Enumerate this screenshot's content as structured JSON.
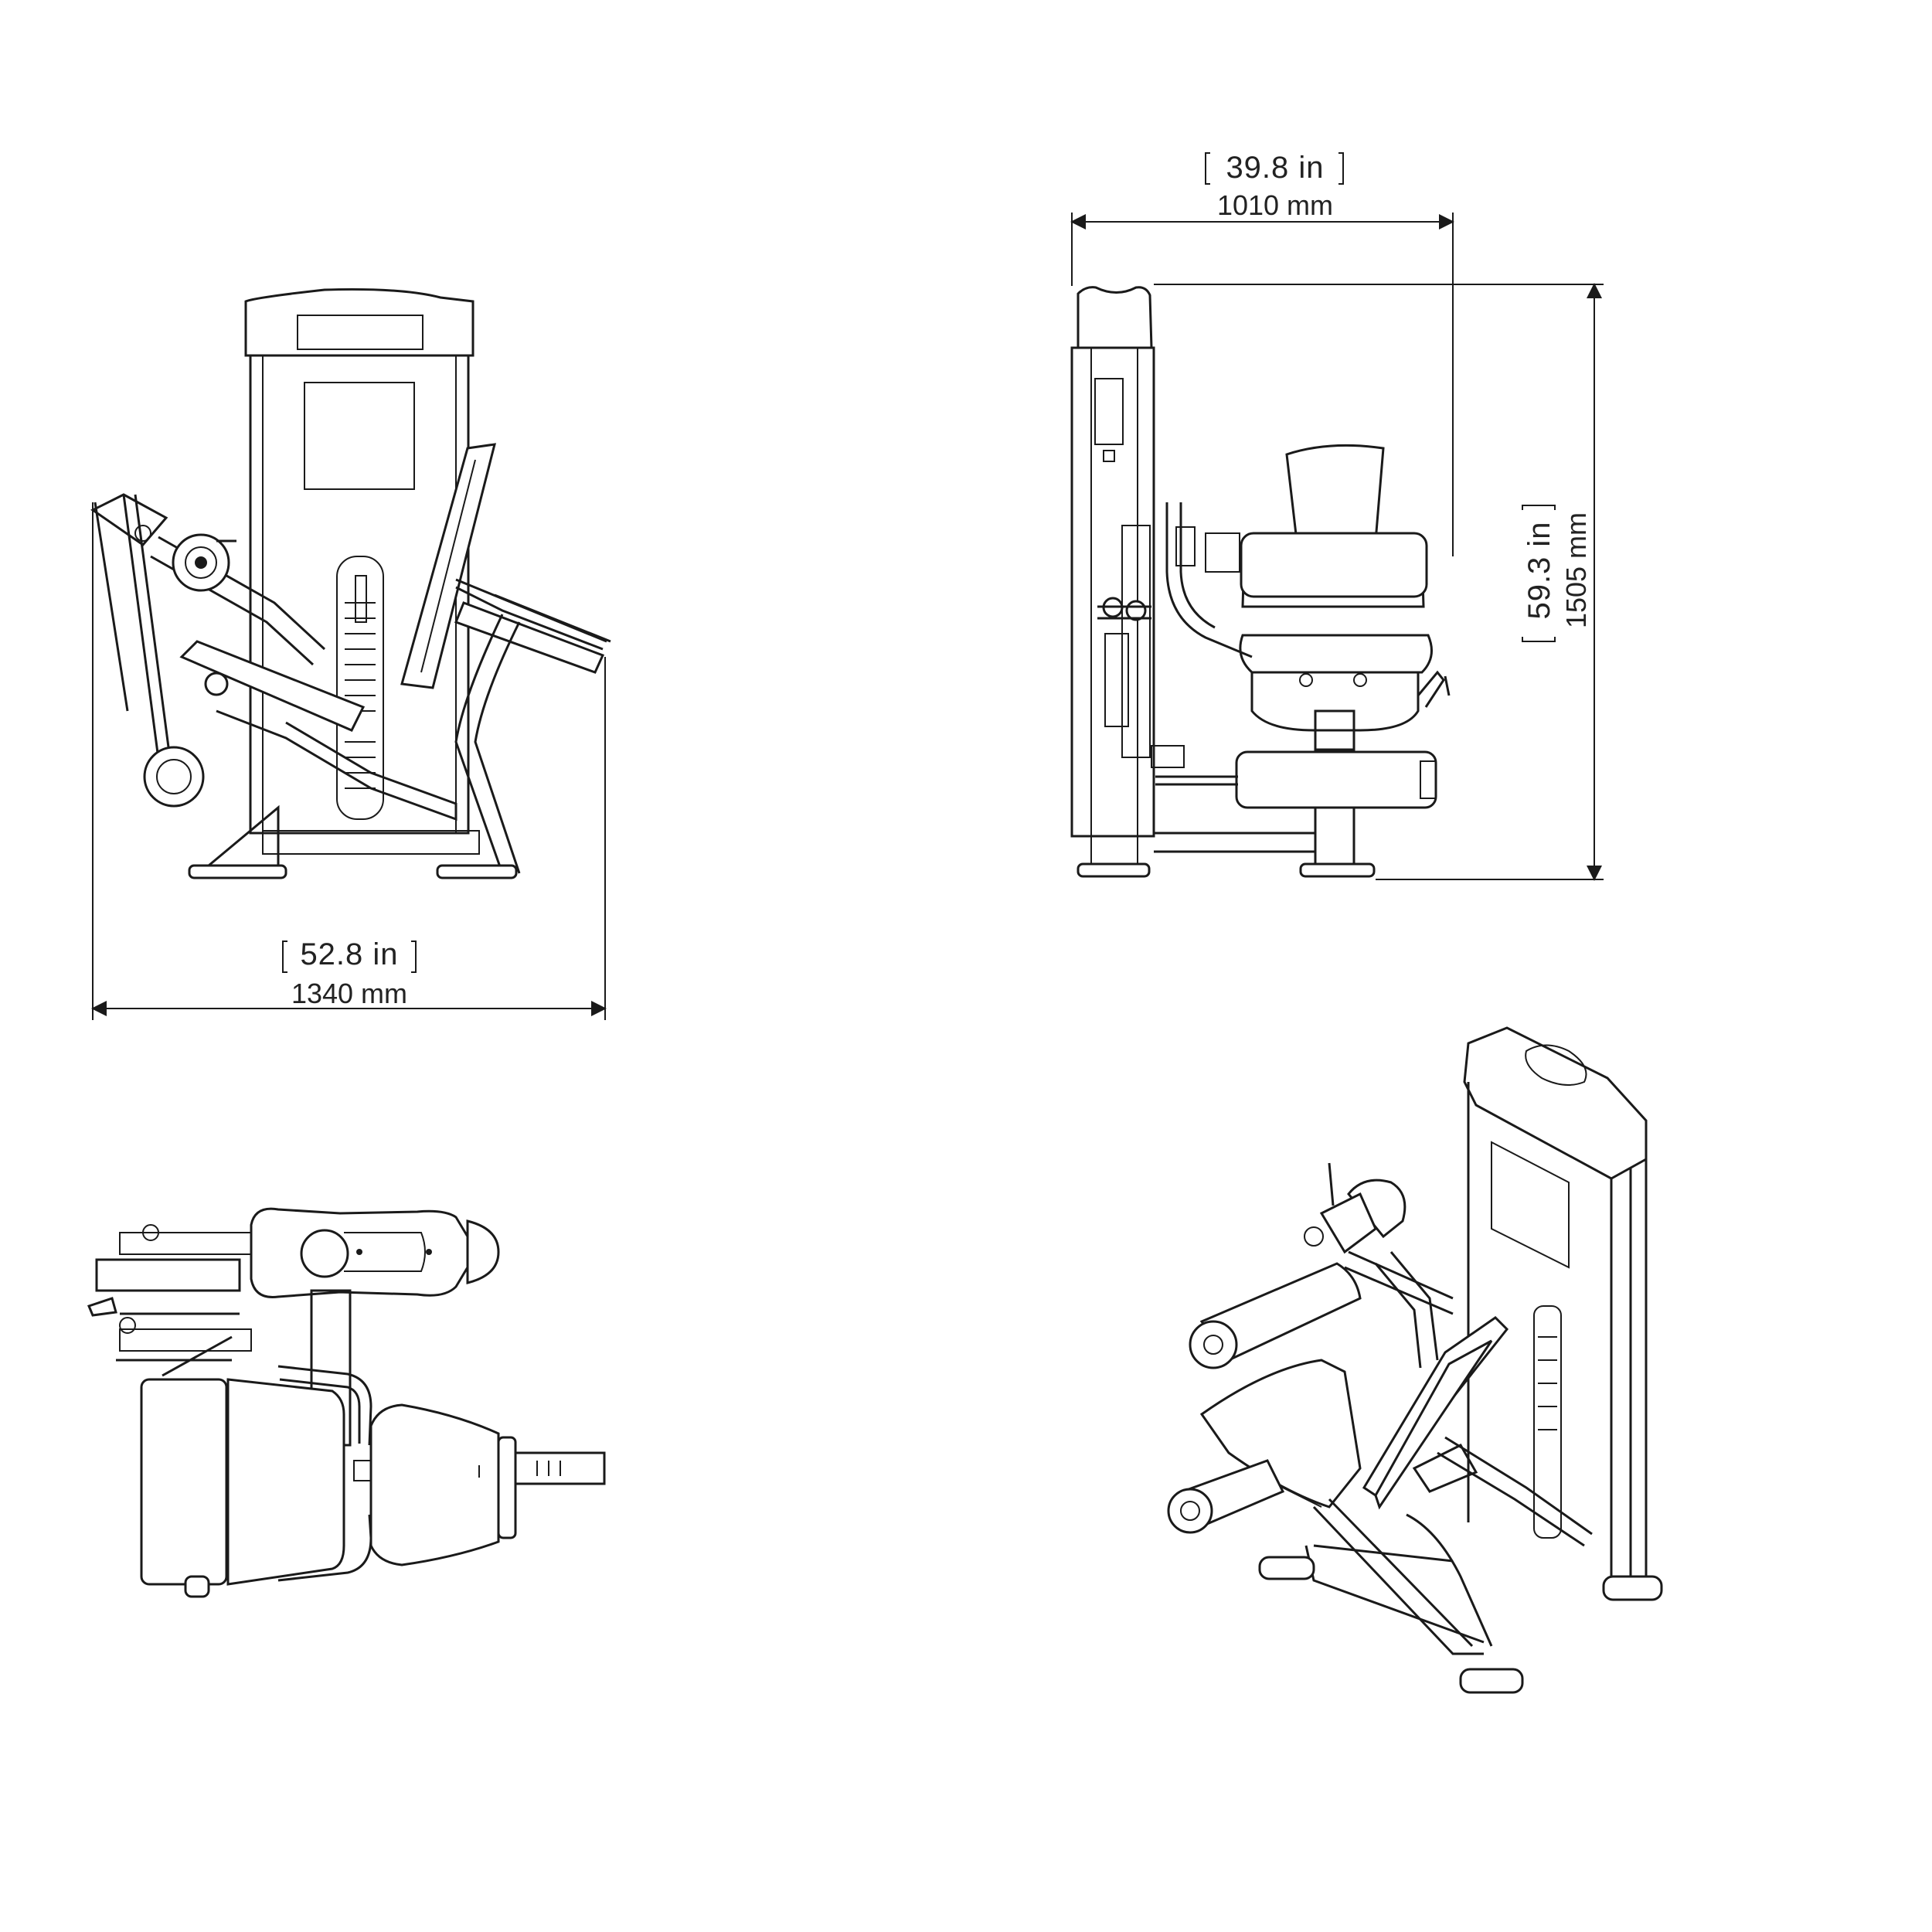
{
  "dimensions": {
    "depth": {
      "inches": "52.8 in",
      "mm": "1340 mm"
    },
    "width": {
      "inches": "39.8 in",
      "mm": "1010 mm"
    },
    "height": {
      "inches": "59.3 in",
      "mm": "1505 mm"
    }
  },
  "colors": {
    "line": "#1a1a1a",
    "background": "#ffffff"
  }
}
